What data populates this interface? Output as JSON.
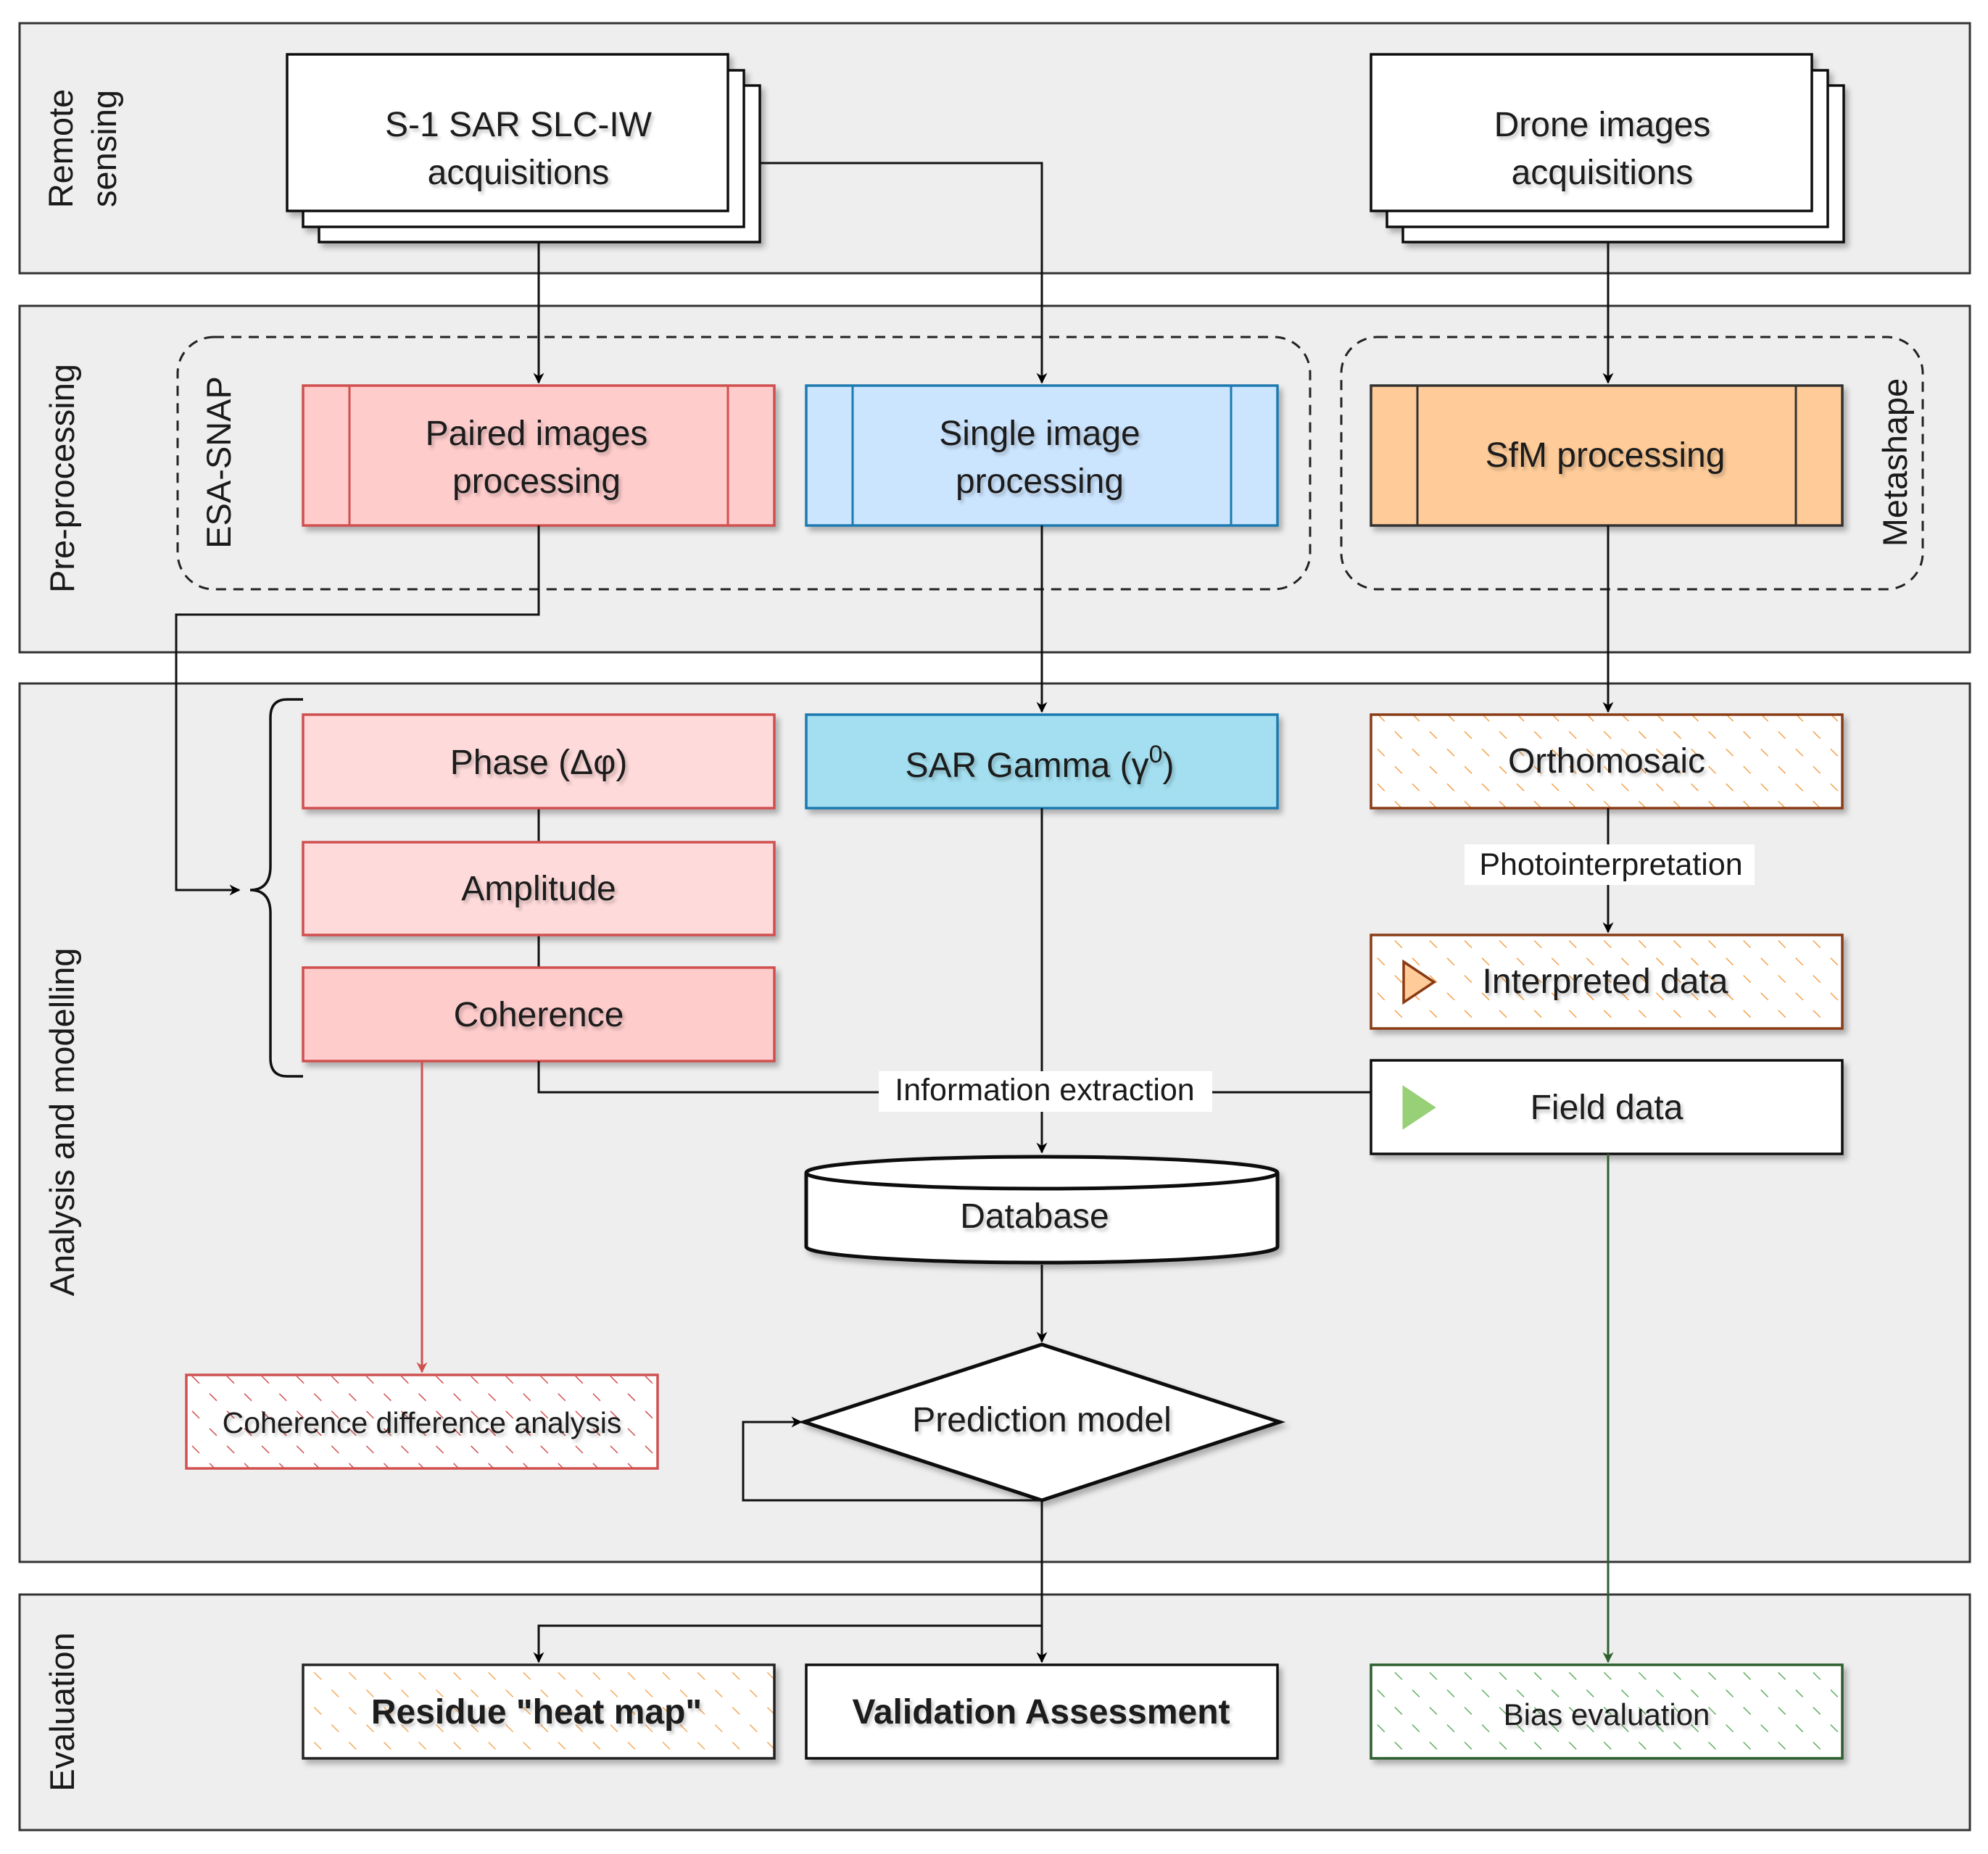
{
  "lanes": {
    "remote_sensing_line1": "Remote",
    "remote_sensing_line2": "sensing",
    "preprocessing": "Pre-processing",
    "analysis": "Analysis and modelling",
    "evaluation": "Evaluation"
  },
  "groups": {
    "esa_snap": "ESA-SNAP",
    "metashape": "Metashape"
  },
  "nodes": {
    "s1_line1": "S-1 SAR SLC-IW",
    "s1_line2": "acquisitions",
    "drone_line1": "Drone images",
    "drone_line2": "acquisitions",
    "paired_line1": "Paired images",
    "paired_line2": "processing",
    "single_line1": "Single image",
    "single_line2": "processing",
    "sfm": "SfM processing",
    "phase": "Phase (Δφ)",
    "amplitude": "Amplitude",
    "coherence": "Coherence",
    "sar_gamma_prefix": "SAR Gamma (γ",
    "sar_gamma_sup": "0",
    "sar_gamma_suffix": ")",
    "orthomosaic": "Orthomosaic",
    "interpreted": "Interpreted data",
    "field": "Field data",
    "database": "Database",
    "prediction": "Prediction model",
    "coherence_diff": "Coherence difference analysis",
    "residue": "Residue \"heat map\"",
    "validation": "Validation Assessment",
    "bias": "Bias evaluation"
  },
  "edge_labels": {
    "photointerpretation": "Photointerpretation",
    "information_extraction": "Information extraction"
  },
  "colors": {
    "lane_fill": "#eeeeee",
    "red_fill": "#ffcccc",
    "red_light_fill": "#ffdada",
    "red_stroke": "#d05050",
    "blue_fill": "#cce5ff",
    "blue_stroke": "#1f7ab0",
    "cyan_fill": "#a3dff0",
    "orange_fill": "#ffcc99",
    "brown_stroke": "#8a3a12",
    "green_stroke": "#2e5e2e",
    "green_triangle": "#97d077"
  }
}
